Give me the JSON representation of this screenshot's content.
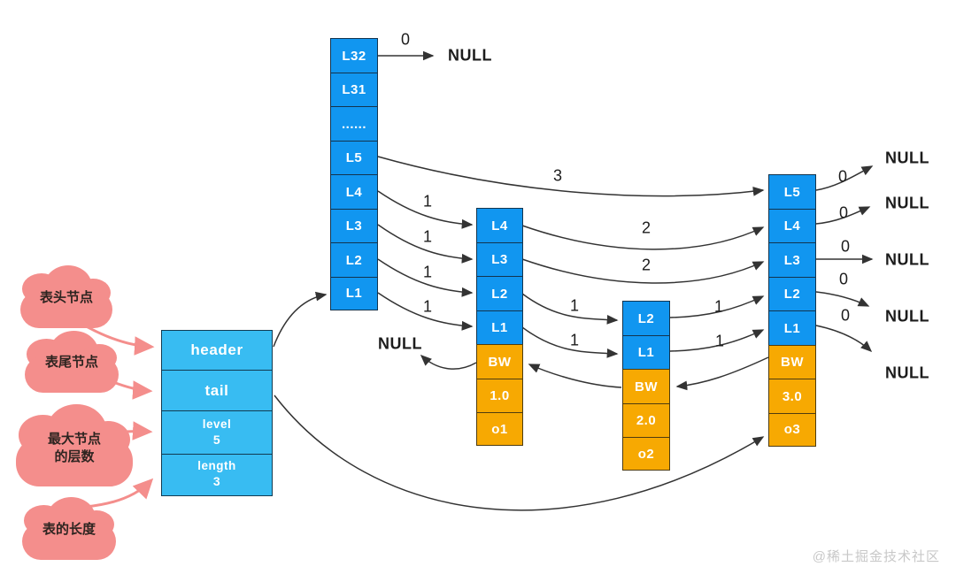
{
  "colors": {
    "node_blue": "#1196f0",
    "struct_light_blue": "#38bcf2",
    "value_orange": "#f7a902",
    "cloud_pink": "#f48e8c",
    "arrow_black": "#333333",
    "watermark_gray": "#c8c8c8"
  },
  "clouds": [
    {
      "label": "表头节点"
    },
    {
      "label": "表尾节点"
    },
    {
      "label": "最大节点",
      "label2": "的层数"
    },
    {
      "label": "表的长度"
    }
  ],
  "header_struct": {
    "header": "header",
    "tail": "tail",
    "level_label": "level",
    "level_value": "5",
    "length_label": "length",
    "length_value": "3"
  },
  "head_column": {
    "cells": [
      "L32",
      "L31",
      "......",
      "L5",
      "L4",
      "L3",
      "L2",
      "L1"
    ]
  },
  "nodes": [
    {
      "levels": [
        "L4",
        "L3",
        "L2",
        "L1"
      ],
      "bw": "BW",
      "score": "1.0",
      "obj": "o1"
    },
    {
      "levels": [
        "L2",
        "L1"
      ],
      "bw": "BW",
      "score": "2.0",
      "obj": "o2"
    },
    {
      "levels": [
        "L5",
        "L4",
        "L3",
        "L2",
        "L1"
      ],
      "bw": "BW",
      "score": "3.0",
      "obj": "o3"
    }
  ],
  "span_labels": {
    "top0": "0",
    "h_l5": "3",
    "h_l4": "1",
    "h_l3": "1",
    "h_l2": "1",
    "h_l1": "1",
    "n1_l4": "2",
    "n1_l3": "2",
    "n1_l2": "1",
    "n1_l1": "1",
    "n2_l2": "1",
    "n2_l1": "1",
    "n3_l5": "0",
    "n3_l4": "0",
    "n3_l3": "0",
    "n3_l2": "0",
    "n3_l1": "0"
  },
  "null_labels": {
    "top": "NULL",
    "node1_bw": "NULL",
    "r1": "NULL",
    "r2": "NULL",
    "r3": "NULL",
    "r4": "NULL",
    "r5": "NULL"
  },
  "watermark": "@稀土掘金技术社区"
}
